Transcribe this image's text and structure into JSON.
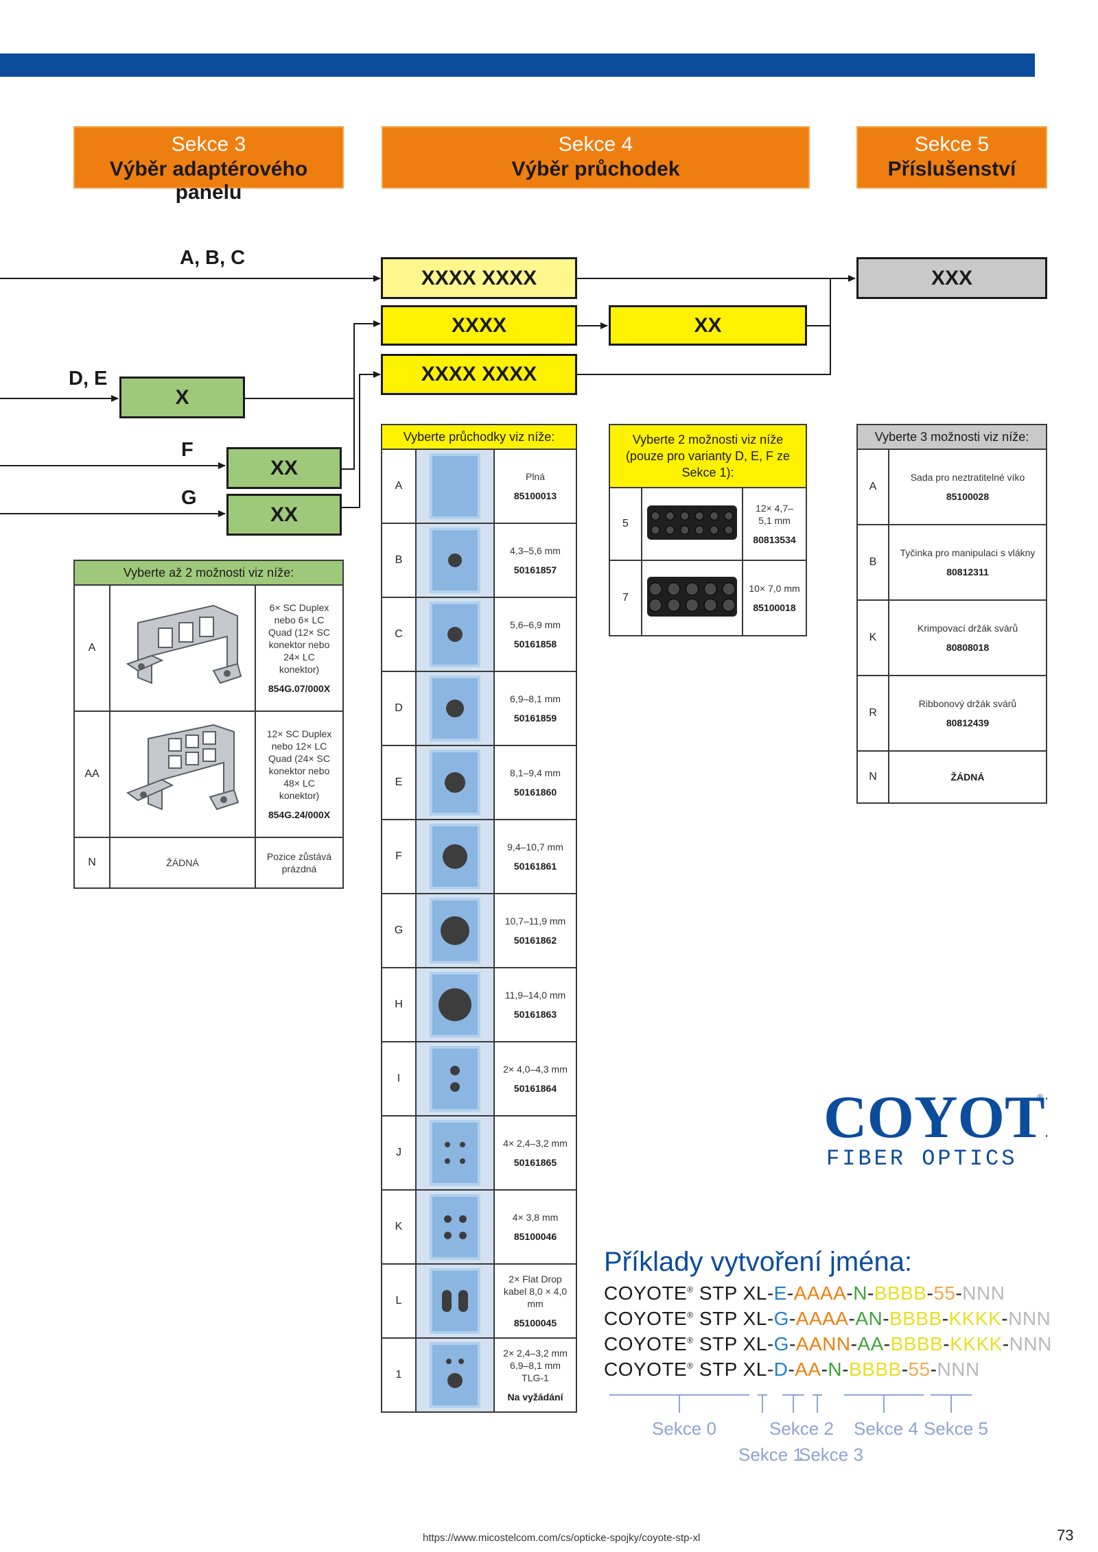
{
  "headers": {
    "sec3": {
      "title": "Sekce 3",
      "subtitle": "Výběr adaptérového panelu"
    },
    "sec4": {
      "title": "Sekce 4",
      "subtitle": "Výběr průchodek"
    },
    "sec5": {
      "title": "Sekce 5",
      "subtitle": "Příslušenství"
    }
  },
  "flow": {
    "label_abc": "A, B, C",
    "label_de": "D, E",
    "label_f": "F",
    "label_g": "G",
    "box_x": "X",
    "box_f": "XX",
    "box_g": "XX",
    "box_top": "XXXX XXXX",
    "box_mid": "XXXX",
    "box_mid_right": "XX",
    "box_low": "XXXX XXXX",
    "box_sec5": "XXX"
  },
  "panel_table": {
    "header": "Vyberte až 2 možnosti viz níže:",
    "rows": [
      {
        "code": "A",
        "desc": "6× SC Duplex nebo 6× LC Quad (12× SC konektor nebo 24× LC konektor)",
        "part": "854G.07/000X"
      },
      {
        "code": "AA",
        "desc": "12× SC Duplex nebo 12× LC Quad (24× SC konektor nebo 48× LC konektor)",
        "part": "854G.24/000X"
      },
      {
        "code": "N",
        "middle": "ŽÁDNÁ",
        "desc": "Pozice zůstává prázdná",
        "part": ""
      }
    ]
  },
  "grommet_table": {
    "header": "Vyberte průchodky viz níže:",
    "rows": [
      {
        "code": "A",
        "desc": "Plná",
        "part": "85100013",
        "holes": "none"
      },
      {
        "code": "B",
        "desc": "4,3–5,6 mm",
        "part": "50161857",
        "holes": "d20"
      },
      {
        "code": "C",
        "desc": "5,6–6,9 mm",
        "part": "50161858",
        "holes": "d22"
      },
      {
        "code": "D",
        "desc": "6,9–8,1 mm",
        "part": "50161859",
        "holes": "d26"
      },
      {
        "code": "E",
        "desc": "8,1–9,4 mm",
        "part": "50161860",
        "holes": "d30"
      },
      {
        "code": "F",
        "desc": "9,4–10,7 mm",
        "part": "50161861",
        "holes": "d36"
      },
      {
        "code": "G",
        "desc": "10,7–11,9 mm",
        "part": "50161862",
        "holes": "d42"
      },
      {
        "code": "H",
        "desc": "11,9–14,0 mm",
        "part": "50161863",
        "holes": "d48"
      },
      {
        "code": "I",
        "desc": "2× 4,0–4,3 mm",
        "part": "50161864",
        "holes": "two"
      },
      {
        "code": "J",
        "desc": "4× 2,4–3,2 mm",
        "part": "50161865",
        "holes": "four-small"
      },
      {
        "code": "K",
        "desc": "4× 3,8 mm",
        "part": "85100046",
        "holes": "four"
      },
      {
        "code": "L",
        "desc": "2× Flat Drop kabel 8,0 × 4,0 mm",
        "part": "85100045",
        "holes": "flat"
      },
      {
        "code": "1",
        "desc": "2× 2,4–3,2 mm 6,9–8,1 mm TLG-1",
        "part": "Na vyžádání",
        "holes": "combo"
      }
    ]
  },
  "tray_table": {
    "header": "Vyberte 2 možnosti viz níže (pouze pro varianty D, E, F ze Sekce 1):",
    "rows": [
      {
        "code": "5",
        "desc": "12× 4,7–5,1 mm",
        "part": "80813534",
        "holes": 12
      },
      {
        "code": "7",
        "desc": "10× 7,0 mm",
        "part": "85100018",
        "holes": 10
      }
    ]
  },
  "acc_table": {
    "header": "Vyberte 3 možnosti viz níže:",
    "rows": [
      {
        "code": "A",
        "desc": "Sada pro neztratitelné víko",
        "part": "85100028"
      },
      {
        "code": "B",
        "desc": "Tyčinka pro manipulaci s vlákny",
        "part": "80812311"
      },
      {
        "code": "K",
        "desc": "Krimpovací držák svárů",
        "part": "80808018"
      },
      {
        "code": "R",
        "desc": "Ribbonový držák svárů",
        "part": "80812439"
      },
      {
        "code": "N",
        "desc": "",
        "part": "ŽÁDNÁ"
      }
    ]
  },
  "logo": {
    "brand": "COYOTE",
    "tagline": "FIBER OPTICS"
  },
  "examples": {
    "title": "Příklady vytvoření jména:",
    "lines": [
      [
        [
          "COYOTE",
          "k"
        ],
        [
          "®",
          "sup"
        ],
        [
          " STP XL-",
          "k"
        ],
        [
          "E",
          "blue"
        ],
        [
          "-",
          "k"
        ],
        [
          "AAAA",
          "orange"
        ],
        [
          "-",
          "k"
        ],
        [
          "N",
          "green"
        ],
        [
          "-",
          "k"
        ],
        [
          "BBBB",
          "yellow"
        ],
        [
          "-",
          "k"
        ],
        [
          "55",
          "ltor"
        ],
        [
          "-",
          "k"
        ],
        [
          "NNN",
          "grey"
        ]
      ],
      [
        [
          "COYOTE",
          "k"
        ],
        [
          "®",
          "sup"
        ],
        [
          " STP XL-",
          "k"
        ],
        [
          "G",
          "blue"
        ],
        [
          "-",
          "k"
        ],
        [
          "AAAA",
          "orange"
        ],
        [
          "-",
          "k"
        ],
        [
          "AN",
          "green"
        ],
        [
          "-",
          "k"
        ],
        [
          "BBBB",
          "yellow"
        ],
        [
          "-",
          "k"
        ],
        [
          "KKKK",
          "yellow"
        ],
        [
          "-",
          "k"
        ],
        [
          "NNN",
          "grey"
        ]
      ],
      [
        [
          "COYOTE",
          "k"
        ],
        [
          "®",
          "sup"
        ],
        [
          " STP XL-",
          "k"
        ],
        [
          "G",
          "blue"
        ],
        [
          "-",
          "k"
        ],
        [
          "AANN",
          "orange"
        ],
        [
          "-",
          "k"
        ],
        [
          "AA",
          "green"
        ],
        [
          "-",
          "k"
        ],
        [
          "BBBB",
          "yellow"
        ],
        [
          "-",
          "k"
        ],
        [
          "KKKK",
          "yellow"
        ],
        [
          "-",
          "k"
        ],
        [
          "NNN",
          "grey"
        ]
      ],
      [
        [
          "COYOTE",
          "k"
        ],
        [
          "®",
          "sup"
        ],
        [
          " STP XL-",
          "k"
        ],
        [
          "D",
          "blue"
        ],
        [
          "-",
          "k"
        ],
        [
          "AA",
          "orange"
        ],
        [
          "-",
          "k"
        ],
        [
          "N",
          "green"
        ],
        [
          "-",
          "k"
        ],
        [
          "BBBB",
          "yellow"
        ],
        [
          "-",
          "k"
        ],
        [
          "55",
          "ltor"
        ],
        [
          "-",
          "k"
        ],
        [
          "NNN",
          "grey"
        ]
      ]
    ],
    "sekce_labels": {
      "s0": "Sekce 0",
      "s1": "Sekce 1",
      "s2": "Sekce 2",
      "s3": "Sekce 3",
      "s4": "Sekce 4",
      "s5": "Sekce 5"
    }
  },
  "footer": {
    "url": "https://www.micostelcom.com/cs/opticke-spojky/coyote-stp-xl",
    "page": "73"
  },
  "colors": {
    "brand_blue": "#0b4c9c",
    "orange": "#ef7e10",
    "yellow": "#fff200",
    "green": "#9fc97a"
  }
}
